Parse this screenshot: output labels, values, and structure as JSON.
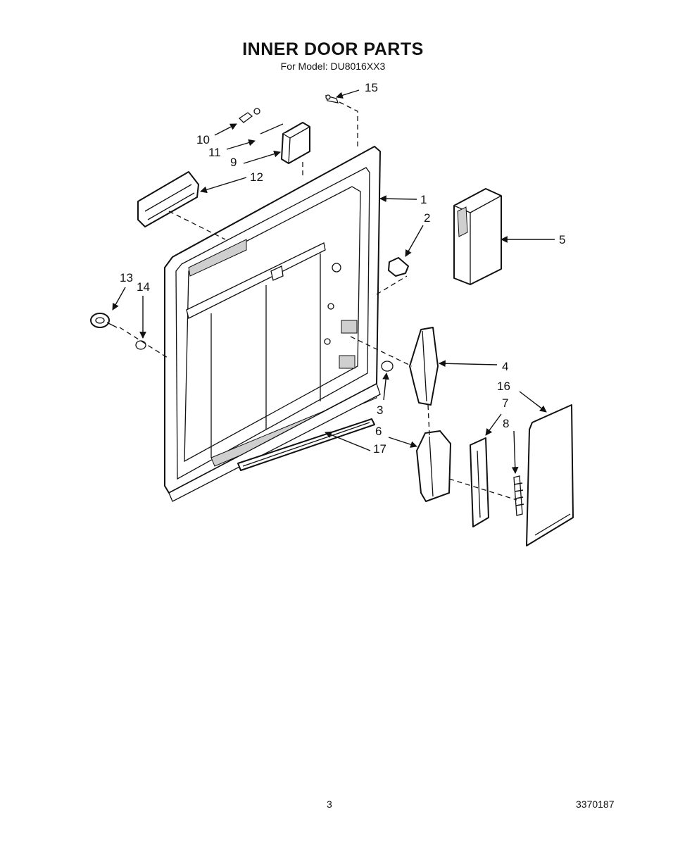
{
  "header": {
    "title": "INNER DOOR PARTS",
    "subtitle": "For Model: DU8016XX3"
  },
  "callouts": {
    "c1": "1",
    "c2": "2",
    "c3": "3",
    "c4": "4",
    "c5": "5",
    "c6": "6",
    "c7": "7",
    "c8": "8",
    "c9": "9",
    "c10": "10",
    "c11": "11",
    "c12": "12",
    "c13": "13",
    "c14": "14",
    "c15": "15",
    "c16": "16",
    "c17": "17"
  },
  "footer": {
    "page_number": "3",
    "document_number": "3370187"
  }
}
